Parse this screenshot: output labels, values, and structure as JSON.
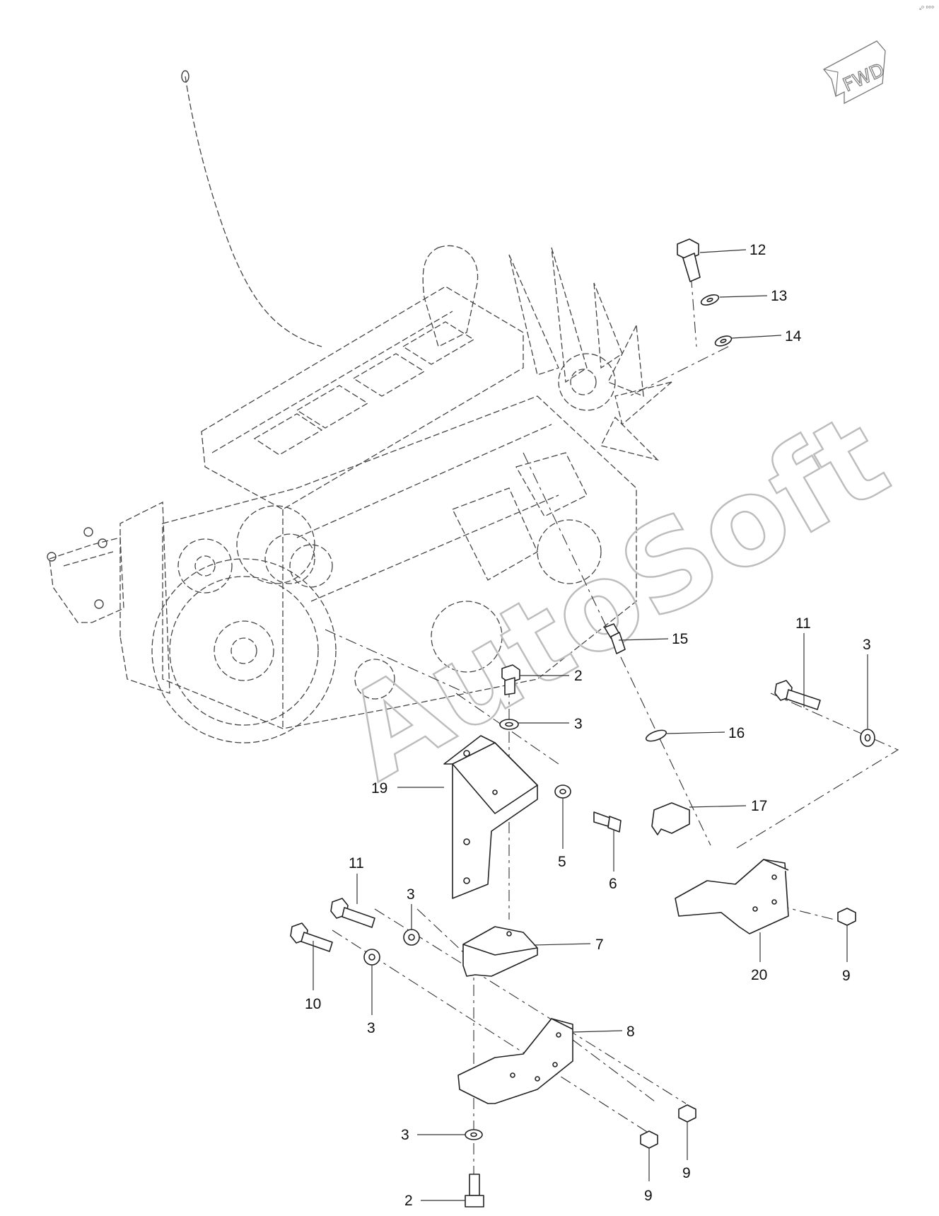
{
  "fwd_label": "FWD",
  "corner_mark": "ₐᴰ ᴰᴰᴰ",
  "watermark": "AutoSoft",
  "callouts": [
    {
      "id": "c12",
      "label": "12"
    },
    {
      "id": "c13",
      "label": "13"
    },
    {
      "id": "c14",
      "label": "14"
    },
    {
      "id": "c15",
      "label": "15"
    },
    {
      "id": "c11a",
      "label": "11"
    },
    {
      "id": "c3a",
      "label": "3"
    },
    {
      "id": "c2a",
      "label": "2"
    },
    {
      "id": "c3b",
      "label": "3"
    },
    {
      "id": "c16",
      "label": "16"
    },
    {
      "id": "c19",
      "label": "19"
    },
    {
      "id": "c17",
      "label": "17"
    },
    {
      "id": "c5",
      "label": "5"
    },
    {
      "id": "c6",
      "label": "6"
    },
    {
      "id": "c11b",
      "label": "11"
    },
    {
      "id": "c3c",
      "label": "3"
    },
    {
      "id": "c7",
      "label": "7"
    },
    {
      "id": "c20",
      "label": "20"
    },
    {
      "id": "c9a",
      "label": "9"
    },
    {
      "id": "c10",
      "label": "10"
    },
    {
      "id": "c3d",
      "label": "3"
    },
    {
      "id": "c8",
      "label": "8"
    },
    {
      "id": "c3e",
      "label": "3"
    },
    {
      "id": "c9b",
      "label": "9"
    },
    {
      "id": "c9c",
      "label": "9"
    },
    {
      "id": "c2b",
      "label": "2"
    }
  ]
}
